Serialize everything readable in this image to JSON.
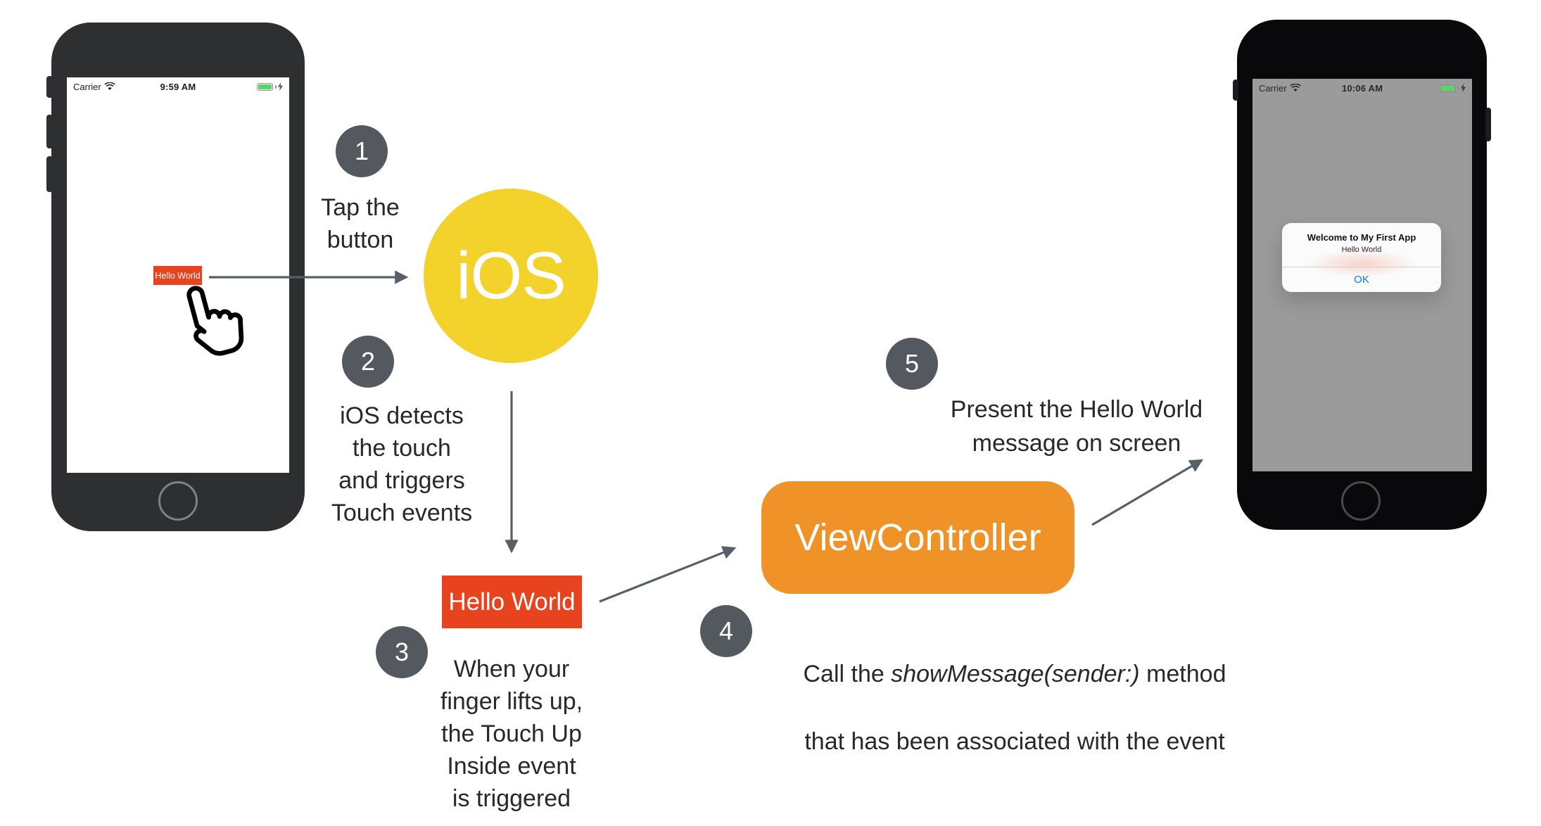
{
  "phone_left": {
    "carrier": "Carrier",
    "time": "9:59 AM",
    "button_label": "Hello World"
  },
  "phone_right": {
    "carrier": "Carrier",
    "time": "10:06 AM",
    "alert_title": "Welcome to My First App",
    "alert_message": "Hello World",
    "alert_ok": "OK"
  },
  "nodes": {
    "ios": "iOS",
    "view_controller": "ViewController",
    "hello_world": "Hello World"
  },
  "steps": {
    "s1": {
      "num": "1",
      "text": "Tap the\nbutton"
    },
    "s2": {
      "num": "2",
      "text": "iOS detects\nthe touch\nand triggers\nTouch events"
    },
    "s3": {
      "num": "3",
      "text": "When your\nfinger lifts up,\nthe Touch Up\nInside event\nis triggered"
    },
    "s4": {
      "num": "4",
      "line1_prefix": "Call the ",
      "line1_italic": "showMessage(sender:)",
      "line1_suffix": " method",
      "line2": "that has been associated with the event"
    },
    "s5": {
      "num": "5",
      "text": "Present the Hello World\nmessage on screen"
    }
  },
  "colors": {
    "accent_red": "#E7431F",
    "accent_yellow": "#F4D22C",
    "accent_orange": "#EF9228",
    "badge_gray": "#54595F",
    "arrow_gray": "#566069",
    "ok_blue": "#0A7AFF",
    "battery_green": "#57D664"
  }
}
